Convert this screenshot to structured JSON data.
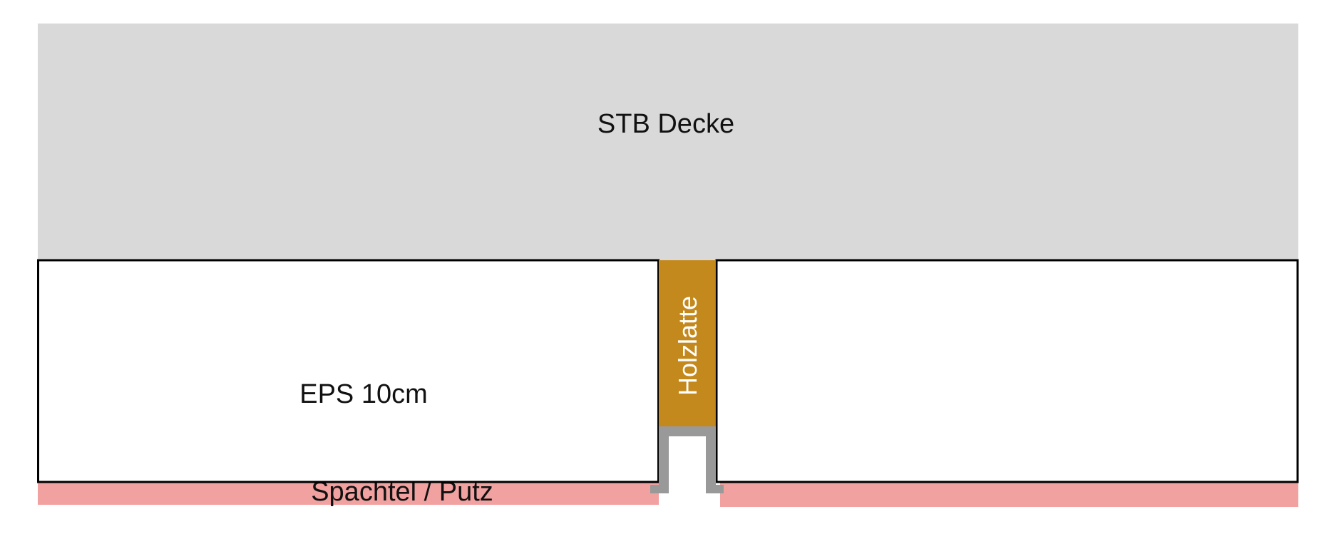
{
  "diagram": {
    "labels": {
      "slab": "STB Decke",
      "insulation": "EPS 10cm",
      "batten": "Holzlatte",
      "render": "Spachtel / Putz"
    },
    "colors": {
      "slab": "#d9d9d9",
      "insulation": "#ffffff",
      "batten": "#c4891c",
      "profile": "#999999",
      "render": "#f2a1a1",
      "outline": "#000000"
    }
  }
}
